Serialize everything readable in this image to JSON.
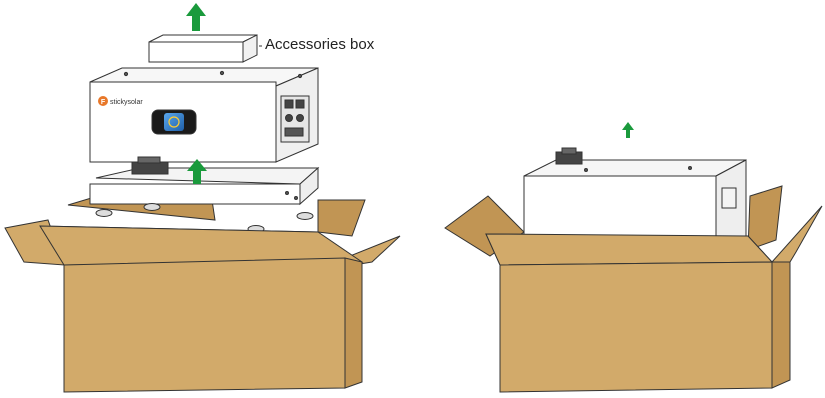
{
  "callouts": {
    "accessories_box": "Accessories box"
  },
  "brand": {
    "name": "stickysolar",
    "logo_letter": "F"
  },
  "icons": {
    "up_arrow": "arrow-up-icon"
  },
  "colors": {
    "cardboard": "#d2aa6a",
    "cardboard_dark": "#c19554",
    "cardboard_inner": "#b98c4c",
    "arrow": "#1a9a3c",
    "outline": "#333333",
    "screen": "#2f7fd0",
    "logo": "#e8782a"
  }
}
